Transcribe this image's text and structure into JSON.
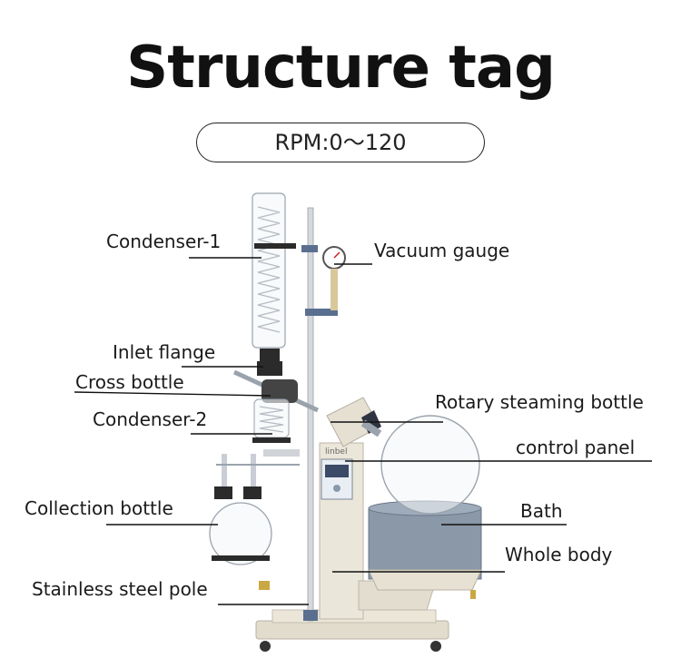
{
  "title": "Structure tag",
  "spec": "RPM:0～120",
  "brand": "linbel",
  "labels": {
    "condenser1": "Condenser-1",
    "vacuum_gauge": "Vacuum gauge",
    "inlet_flange": "Inlet flange",
    "cross_bottle": "Cross bottle",
    "rotary_bottle": "Rotary steaming bottle",
    "condenser2": "Condenser-2",
    "control_panel": "control panel",
    "collection_bottle": "Collection bottle",
    "bath": "Bath",
    "whole_body": "Whole body",
    "pole": "Stainless steel pole"
  },
  "colors": {
    "body": "#e9e3d6",
    "bath": "#8a98a8",
    "glass": "#c9ced6",
    "line": "#111111"
  }
}
